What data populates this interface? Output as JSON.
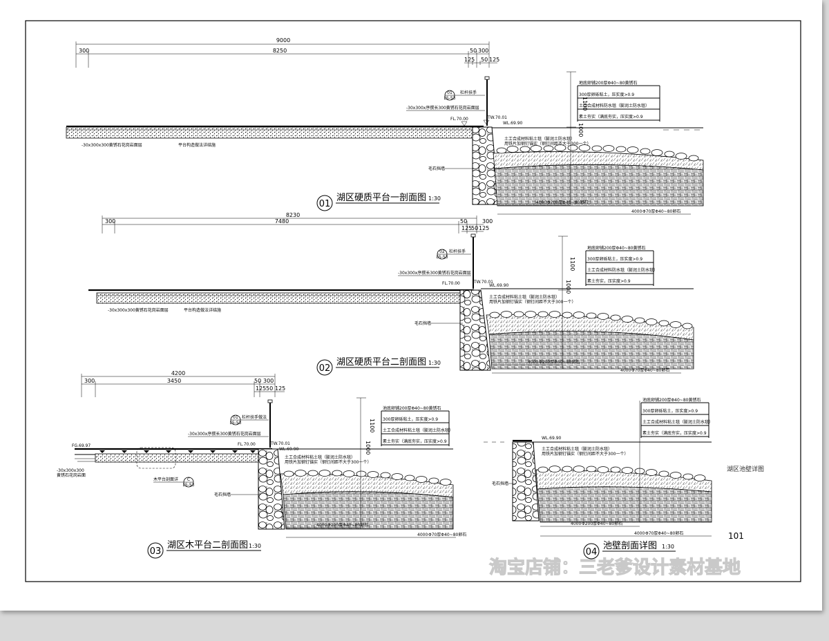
{
  "sections": [
    {
      "num": "01",
      "title": "湖区硬质平台一剖面图",
      "scale": "1:30",
      "dims_top": [
        "9000"
      ],
      "dims_mid": [
        "300",
        "8250",
        "50",
        "300"
      ],
      "dims_low": [
        "125",
        "50",
        "125"
      ],
      "ref_tag": "01",
      "ref_sub": "L5-53",
      "rail_label": "栏杆扶手",
      "paving_note": "-30x300x序撰长300黄锈石花岗岩面层",
      "fl": "FL.70.00",
      "tw": "TW.70.01",
      "wl": "WL.69.90",
      "height1": "1100",
      "height2": "1000",
      "bottom_note1": "-30x300x300黄锈石花岗岩面层",
      "bottom_note2": "平台构造做法详结施",
      "stone_wall": "毛石挡墙",
      "legend": [
        "地底卵铺200厚Φ40~80黄锈石",
        "300厚卵砾粘土，压实度>0.9",
        "土工合成材料防水毯（膨润土防水毯）",
        "素土夯实（满底夯实，压实度>0.9"
      ],
      "liner_note1": "土工合成材料粘土毯（膨润土防水毯）",
      "liner_note2": "用铁片加钢钉锚实（钢钉间距不大于300一个）",
      "width_note1": "4000",
      "width_note2": "4000",
      "width_note_sub1": "Φ200厚Φ40~80卵石",
      "width_note_sub2": "Φ70厚Φ40~80卵石"
    },
    {
      "num": "02",
      "title": "湖区硬质平台二剖面图",
      "scale": "1:30",
      "dims_top": [
        "8230"
      ],
      "dims_mid": [
        "300",
        "7480",
        "50",
        "300"
      ],
      "dims_low": [
        "125",
        "50",
        "125"
      ],
      "ref_tag": "02",
      "ref_sub": "L5-53",
      "rail_label": "栏杆扶手",
      "paving_note": "-30x300x序撰长300黄锈石花岗岩面层",
      "fl": "FL.70.00",
      "tw": "TW.70.01",
      "wl": "WL.69.90",
      "height1": "1100",
      "height2": "1000",
      "bottom_note1": "-30x300x300黄锈石花岗岩面层",
      "bottom_note2": "平台构造做法详结施",
      "stone_wall": "毛石挡墙",
      "legend": [
        "地底卵铺200厚Φ40~80黄锈石",
        "300厚卵砾粘土，压实度>0.9",
        "土工合成材料防水毯（膨润土防水毯）",
        "素土夯实，压实度>0.9"
      ],
      "liner_note1": "土工合成材料粘土毯（膨润土防水毯）",
      "liner_note2": "用铁片加钢钉锚实（钢钉间距不大于300一个）",
      "width_note1": "4000",
      "width_note2": "4000",
      "width_note_sub1": "Φ200厚Φ40~80卵石",
      "width_note_sub2": "Φ70厚Φ40~80卵石"
    },
    {
      "num": "03",
      "title": "湖区木平台二剖面图",
      "scale": "1:30",
      "dims_top": [
        "4200"
      ],
      "dims_mid": [
        "300",
        "3450",
        "50",
        "300"
      ],
      "dims_low": [
        "125",
        "50",
        "125"
      ],
      "ref_tag": "01",
      "ref_sub": "L5-53",
      "rail_label": "栏杆扶手做法",
      "paving_note": "-30x300x序撰长300黄锈石花岗岩面层",
      "fl": "FL.70.00",
      "fg": "FG.69.97",
      "tw": "TW.70.01",
      "wl": "WL.69.90",
      "height1": "1100",
      "height2": "1000",
      "bottom_note1": "-30x300x300",
      "bottom_note2": "黄锈石花岗岩面",
      "deck_note": "木平台剖面详",
      "deck_tag": "C",
      "deck_sub": "L5-53",
      "stone_wall": "毛石挡墙",
      "legend": [
        "池底卵铺200厚Φ40~80黄锈石",
        "300厚卵砾粘土，压实度>0.9",
        "土工合成材料粘土毯（膨润土防水毯）",
        "素土夯实（满底夯实，压实度>0.9"
      ],
      "liner_note1": "土工合成材料粘土毯（膨润土防水毯）",
      "liner_note2": "用铁片加钢钉锚实（钢钉间距不大于300一个）",
      "width_note1": "4000",
      "width_note2": "4000",
      "width_note_sub1": "Φ200厚Φ40~80卵石",
      "width_note_sub2": "Φ70厚Φ40~80卵石"
    },
    {
      "num": "04",
      "title": "池壁剖面详图",
      "scale": "1:30",
      "wl": "WL.69.90",
      "stone_wall": "毛石挡墙",
      "legend": [
        "池底卵铺200厚Φ40~80黄锈石",
        "300厚卵砾粘土，压实度>0.9",
        "土工合成材料粘土毯（膨润土防水毯）",
        "素土夯实（满底夯实，压实度>0.9"
      ],
      "liner_note1": "土工合成材料粘土毯（膨润土防水毯）",
      "liner_note2": "用铁片加钢钉锚实（钢钉间距不大于300一个）",
      "width_note1": "4000",
      "width_note2": "4000",
      "width_note_sub1": "Φ200厚Φ40~80卵石",
      "width_note_sub2": "Φ70厚Φ40~80卵石"
    }
  ],
  "side_label": "湖区池壁详图",
  "page_number": "101",
  "watermark": "淘宝店铺：三老爹设计素材基地"
}
